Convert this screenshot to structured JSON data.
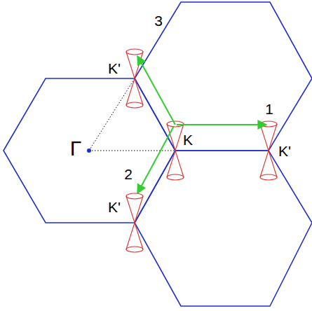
{
  "diagram": {
    "labels": [
      "K'",
      "3",
      "Γ",
      "K",
      "1",
      "2",
      "K'",
      "K'"
    ]
  }
}
